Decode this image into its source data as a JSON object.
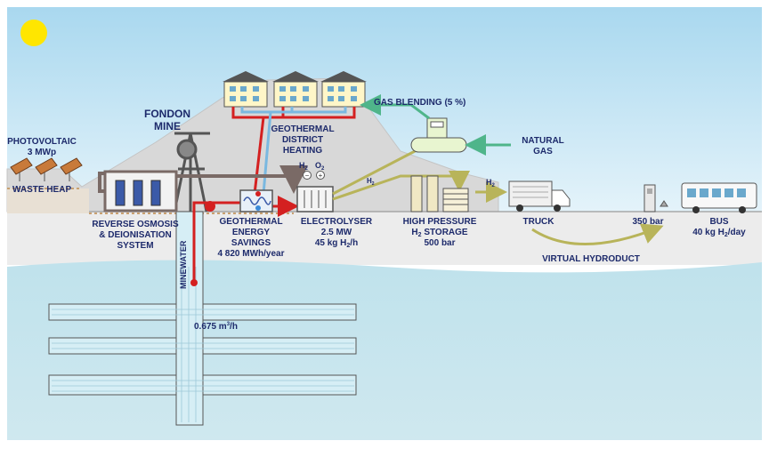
{
  "labels": {
    "photovoltaic": "PHOTOVOLTAIC",
    "photovoltaic_power": "3 MWp",
    "waste_heap": "WASTE HEAP",
    "fondon": "FONDON",
    "mine": "MINE",
    "geothermal_district_1": "GEOTHERMAL",
    "geothermal_district_2": "DISTRICT",
    "geothermal_district_3": "HEATING",
    "gas_blending": "GAS BLENDING (5 %)",
    "natural_1": "NATURAL",
    "natural_2": "GAS",
    "h2": "H",
    "h2_sub": "2",
    "o2": "O",
    "o2_sub": "2",
    "h2_arrow": "H",
    "h2_arrow_sub": "2",
    "h2_truck": "H",
    "h2_truck_sub": "2",
    "reverse_osmosis_1": "REVERSE OSMOSIS",
    "reverse_osmosis_2": "& DEIONISATION",
    "reverse_osmosis_3": "SYSTEM",
    "geothermal_energy_1": "GEOTHERMAL",
    "geothermal_energy_2": "ENERGY",
    "geothermal_energy_3": "SAVINGS",
    "geothermal_energy_4": "4 820 MWh/year",
    "electrolyser_1": "ELECTROLYSER",
    "electrolyser_2": "2.5 MW",
    "electrolyser_3_a": "45 kg H",
    "electrolyser_3_sub": "2",
    "electrolyser_3_b": "/h",
    "hp_1": "HIGH PRESSURE",
    "hp_2_a": "H",
    "hp_2_sub": "2",
    "hp_2_b": " STORAGE",
    "hp_3": "500 bar",
    "truck": "TRUCK",
    "bar350": "350 bar",
    "bus": "BUS",
    "bus_rate_a": "40 kg H",
    "bus_rate_sub": "2",
    "bus_rate_b": "/day",
    "virtual_hydroduct": "VIRTUAL HYDRODUCT",
    "minewater": "MINEWATER",
    "flow_a": "0.675 m",
    "flow_sup": "3",
    "flow_b": "/h"
  },
  "colors": {
    "sky": "#bfe1f2",
    "sun": "#ffe600",
    "heap": "#d4d4d4",
    "ground": "#eeeeee",
    "water": "#c4e4ec",
    "label": "#1d2a6b",
    "hot_pipe": "#d42020",
    "cold_pipe": "#7ab8e0",
    "hydrogen_pipe": "#b8b45a",
    "gas_pipe": "#4fb58a",
    "process_pipe": "#7a6a66"
  }
}
